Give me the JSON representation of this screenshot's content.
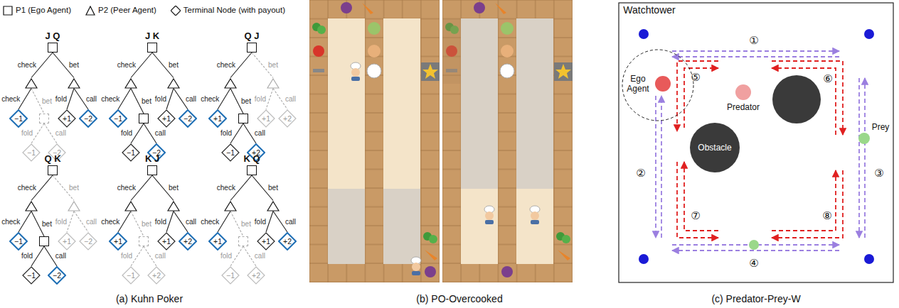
{
  "diagram": {
    "nodes": [
      {
        "text": [
          "J Q"
        ]
      },
      {
        "text": []
      },
      {
        "text": []
      },
      {
        "text": []
      },
      {
        "text": [
          "−1"
        ]
      },
      {
        "text": [
          "−1"
        ]
      },
      {
        "text": [
          "−2"
        ]
      },
      {
        "text": [
          "+1"
        ]
      },
      {
        "text": [
          "−2"
        ]
      },
      {
        "text": [
          "J K"
        ]
      },
      {
        "text": []
      },
      {
        "text": []
      },
      {
        "text": []
      },
      {
        "text": [
          "−1"
        ]
      },
      {
        "text": [
          "−1"
        ]
      },
      {
        "text": [
          "−2"
        ]
      },
      {
        "text": [
          "+1"
        ]
      },
      {
        "text": [
          "−2"
        ]
      },
      {
        "text": [
          "Q J"
        ]
      },
      {
        "text": []
      },
      {
        "text": []
      },
      {
        "text": []
      },
      {
        "text": [
          "+1"
        ]
      },
      {
        "text": [
          "−1"
        ]
      },
      {
        "text": [
          "+2"
        ]
      },
      {
        "text": [
          "+1"
        ]
      },
      {
        "text": [
          "+2"
        ]
      },
      {
        "text": [
          "Q K"
        ]
      },
      {
        "text": []
      },
      {
        "text": []
      },
      {
        "text": []
      },
      {
        "text": [
          "−1"
        ]
      },
      {
        "text": [
          "−1"
        ]
      },
      {
        "text": [
          "−2"
        ]
      },
      {
        "text": [
          "+1"
        ]
      },
      {
        "text": [
          "−2"
        ]
      },
      {
        "text": [
          "K J"
        ]
      },
      {
        "text": []
      },
      {
        "text": []
      },
      {
        "text": []
      },
      {
        "text": [
          "+1"
        ]
      },
      {
        "text": [
          "−1"
        ]
      },
      {
        "text": [
          "+2"
        ]
      },
      {
        "text": [
          "+1"
        ]
      },
      {
        "text": [
          "+2"
        ]
      },
      {
        "text": [
          "K Q"
        ]
      },
      {
        "text": []
      },
      {
        "text": []
      },
      {
        "text": []
      },
      {
        "text": [
          "+1"
        ]
      },
      {
        "text": [
          "−1"
        ]
      },
      {
        "text": [
          "+2"
        ]
      },
      {
        "text": [
          "+1"
        ]
      },
      {
        "text": [
          "+2"
        ]
      },
      {
        "text": [
          "Obstacle"
        ]
      }
    ],
    "edges": [
      {
        "from": 0,
        "to": 1,
        "arrow": "none",
        "label": "check"
      },
      {
        "from": 0,
        "to": 2,
        "arrow": "none",
        "label": "bet"
      },
      {
        "from": 1,
        "to": 4,
        "arrow": "none",
        "label": "check"
      },
      {
        "from": 1,
        "to": 3,
        "arrow": "none",
        "label": "bet"
      },
      {
        "from": 3,
        "to": 5,
        "arrow": "none",
        "label": "fold"
      },
      {
        "from": 3,
        "to": 6,
        "arrow": "none",
        "label": "call"
      },
      {
        "from": 2,
        "to": 7,
        "arrow": "none",
        "label": "fold"
      },
      {
        "from": 2,
        "to": 8,
        "arrow": "none",
        "label": "call"
      },
      {
        "from": 9,
        "to": 10,
        "arrow": "none",
        "label": "check"
      },
      {
        "from": 9,
        "to": 11,
        "arrow": "none",
        "label": "bet"
      },
      {
        "from": 10,
        "to": 13,
        "arrow": "none",
        "label": "check"
      },
      {
        "from": 10,
        "to": 12,
        "arrow": "none",
        "label": "bet"
      },
      {
        "from": 12,
        "to": 14,
        "arrow": "none",
        "label": "fold"
      },
      {
        "from": 12,
        "to": 15,
        "arrow": "none",
        "label": "call"
      },
      {
        "from": 11,
        "to": 16,
        "arrow": "none",
        "label": "fold"
      },
      {
        "from": 11,
        "to": 17,
        "arrow": "none",
        "label": "call"
      },
      {
        "from": 18,
        "to": 19,
        "arrow": "none",
        "label": "check"
      },
      {
        "from": 18,
        "to": 20,
        "arrow": "none",
        "label": "bet"
      },
      {
        "from": 19,
        "to": 22,
        "arrow": "none",
        "label": "check"
      },
      {
        "from": 19,
        "to": 21,
        "arrow": "none",
        "label": "bet"
      },
      {
        "from": 21,
        "to": 23,
        "arrow": "none",
        "label": "fold"
      },
      {
        "from": 21,
        "to": 24,
        "arrow": "none",
        "label": "call"
      },
      {
        "from": 20,
        "to": 25,
        "arrow": "none",
        "label": "fold"
      },
      {
        "from": 20,
        "to": 26,
        "arrow": "none",
        "label": "call"
      },
      {
        "from": 27,
        "to": 28,
        "arrow": "none",
        "label": "check"
      },
      {
        "from": 27,
        "to": 29,
        "arrow": "none",
        "label": "bet"
      },
      {
        "from": 28,
        "to": 31,
        "arrow": "none",
        "label": "check"
      },
      {
        "from": 28,
        "to": 30,
        "arrow": "none",
        "label": "bet"
      },
      {
        "from": 30,
        "to": 32,
        "arrow": "none",
        "label": "fold"
      },
      {
        "from": 30,
        "to": 33,
        "arrow": "none",
        "label": "call"
      },
      {
        "from": 29,
        "to": 34,
        "arrow": "none",
        "label": "fold"
      },
      {
        "from": 29,
        "to": 35,
        "arrow": "none",
        "label": "call"
      },
      {
        "from": 36,
        "to": 37,
        "arrow": "none",
        "label": "check"
      },
      {
        "from": 36,
        "to": 38,
        "arrow": "none",
        "label": "bet"
      },
      {
        "from": 37,
        "to": 40,
        "arrow": "none",
        "label": "check"
      },
      {
        "from": 37,
        "to": 39,
        "arrow": "none",
        "label": "bet"
      },
      {
        "from": 39,
        "to": 41,
        "arrow": "none",
        "label": "fold"
      },
      {
        "from": 39,
        "to": 42,
        "arrow": "none",
        "label": "call"
      },
      {
        "from": 38,
        "to": 43,
        "arrow": "none",
        "label": "fold"
      },
      {
        "from": 38,
        "to": 44,
        "arrow": "none",
        "label": "call"
      },
      {
        "from": 45,
        "to": 46,
        "arrow": "none",
        "label": "check"
      },
      {
        "from": 45,
        "to": 47,
        "arrow": "none",
        "label": "bet"
      },
      {
        "from": 46,
        "to": 49,
        "arrow": "none",
        "label": "check"
      },
      {
        "from": 46,
        "to": 48,
        "arrow": "none",
        "label": "bet"
      },
      {
        "from": 48,
        "to": 50,
        "arrow": "none",
        "label": "fold"
      },
      {
        "from": 48,
        "to": 51,
        "arrow": "none",
        "label": "call"
      },
      {
        "from": 47,
        "to": 52,
        "arrow": "none",
        "label": "fold"
      },
      {
        "from": 47,
        "to": 53,
        "arrow": "none",
        "label": "call"
      }
    ],
    "labels": [
      "(a) Kuhn Poker",
      "(b) PO-Overcooked",
      "(c) Predator-Prey-W",
      "Watchtower",
      "①",
      "②",
      "③",
      "④",
      "⑤",
      "⑥",
      "⑦",
      "⑧",
      "Ego Agent",
      "Predator",
      "Prey"
    ],
    "legend": [
      {
        "text": "P1 (Ego Agent)"
      },
      {
        "text": "P2 (Peer Agent)"
      },
      {
        "text": "Terminal Node (with payout)"
      }
    ]
  }
}
